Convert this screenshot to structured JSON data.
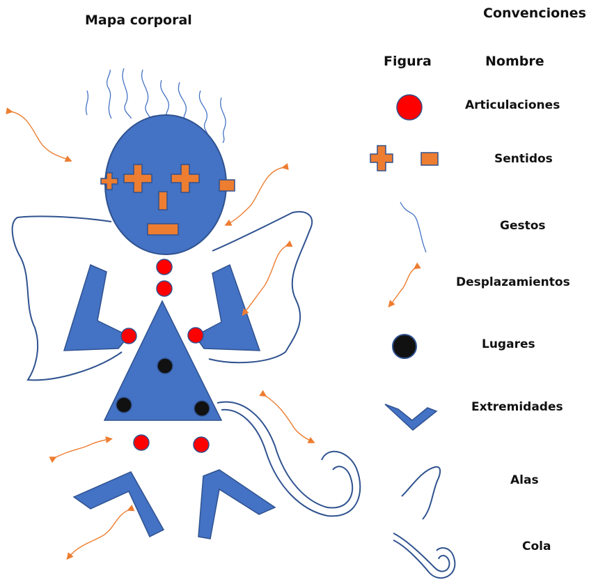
{
  "title": "Mapa corporal",
  "legend": {
    "title": "Convenciones",
    "col_figure": "Figura",
    "col_name": "Nombre",
    "items": [
      {
        "name": "Articulaciones",
        "figure": "red-circle"
      },
      {
        "name": "Sentidos",
        "figure": "orange-cross-and-rectangle"
      },
      {
        "name": "Gestos",
        "figure": "blue-wavy-line"
      },
      {
        "name": "Desplazamientos",
        "figure": "orange-double-arrow"
      },
      {
        "name": "Lugares",
        "figure": "black-circle"
      },
      {
        "name": "Extremidades",
        "figure": "blue-chevron"
      },
      {
        "name": "Alas",
        "figure": "blue-outline-curve"
      },
      {
        "name": "Cola",
        "figure": "blue-double-curl"
      }
    ]
  },
  "colors": {
    "body_blue": "#4472C4",
    "outline_blue": "#2F528F",
    "joint_red": "#FF0000",
    "sense_orange": "#ED7D31",
    "arrow_orange": "#F4A460",
    "place_black": "#111111"
  }
}
